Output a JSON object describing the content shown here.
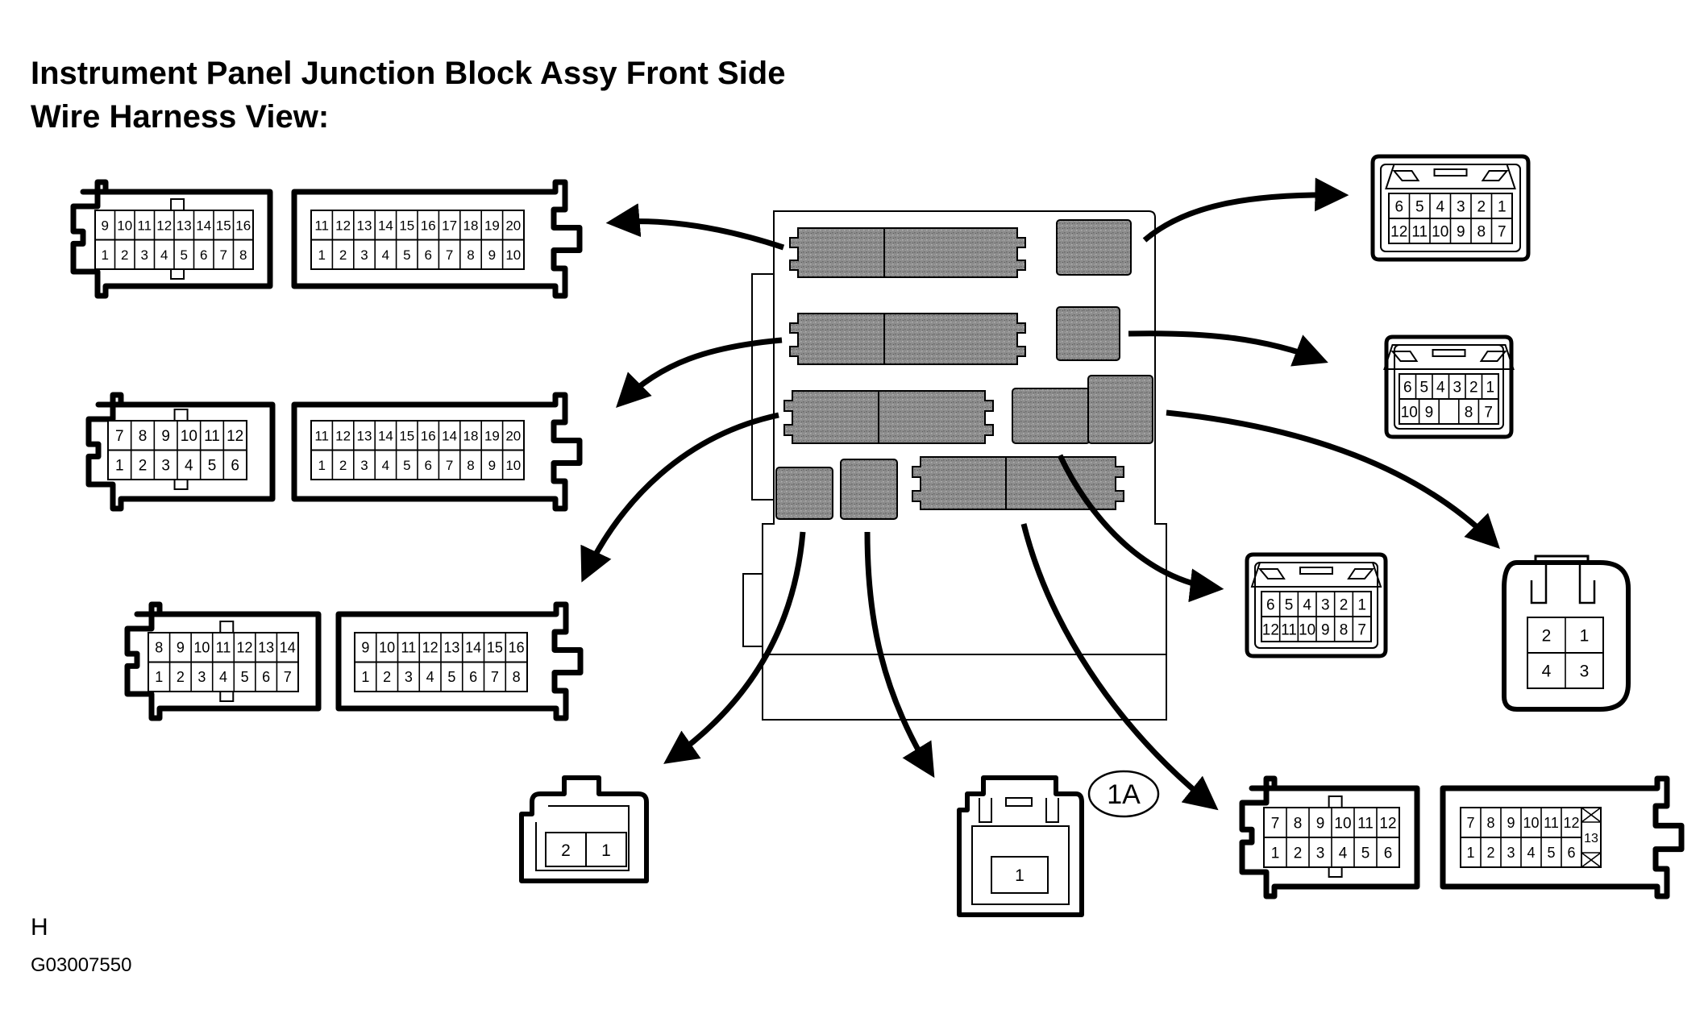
{
  "title_line1": "Instrument Panel Junction Block Assy Front Side",
  "title_line2": "Wire Harness View:",
  "corner_letter": "H",
  "figure_code": "G03007550",
  "callout": "1A",
  "connectors": [
    {
      "id": "c16",
      "top": [
        "9",
        "10",
        "11",
        "12",
        "13",
        "14",
        "15",
        "16"
      ],
      "bottom": [
        "1",
        "2",
        "3",
        "4",
        "5",
        "6",
        "7",
        "8"
      ]
    },
    {
      "id": "c20a",
      "top": [
        "11",
        "12",
        "13",
        "14",
        "15",
        "16",
        "17",
        "18",
        "19",
        "20"
      ],
      "bottom": [
        "1",
        "2",
        "3",
        "4",
        "5",
        "6",
        "7",
        "8",
        "9",
        "10"
      ]
    },
    {
      "id": "c12a",
      "top": [
        "7",
        "8",
        "9",
        "10",
        "11",
        "12"
      ],
      "bottom": [
        "1",
        "2",
        "3",
        "4",
        "5",
        "6"
      ]
    },
    {
      "id": "c20b",
      "top": [
        "11",
        "12",
        "13",
        "14",
        "15",
        "16",
        "14",
        "18",
        "19",
        "20"
      ],
      "bottom": [
        "1",
        "2",
        "3",
        "4",
        "5",
        "6",
        "7",
        "8",
        "9",
        "10"
      ]
    },
    {
      "id": "c14",
      "top": [
        "8",
        "9",
        "10",
        "11",
        "12",
        "13",
        "14"
      ],
      "bottom": [
        "1",
        "2",
        "3",
        "4",
        "5",
        "6",
        "7"
      ]
    },
    {
      "id": "c16b",
      "top": [
        "9",
        "10",
        "11",
        "12",
        "13",
        "14",
        "15",
        "16"
      ],
      "bottom": [
        "1",
        "2",
        "3",
        "4",
        "5",
        "6",
        "7",
        "8"
      ]
    },
    {
      "id": "r12a",
      "top": [
        "6",
        "5",
        "4",
        "3",
        "2",
        "1"
      ],
      "bottom": [
        "12",
        "11",
        "10",
        "9",
        "8",
        "7"
      ]
    },
    {
      "id": "r10",
      "top": [
        "6",
        "5",
        "4",
        "3",
        "2",
        "1"
      ],
      "bottom": [
        "10",
        "9",
        "",
        "8",
        "7"
      ]
    },
    {
      "id": "r12b",
      "top": [
        "6",
        "5",
        "4",
        "3",
        "2",
        "1"
      ],
      "bottom": [
        "12",
        "11",
        "10",
        "9",
        "8",
        "7"
      ]
    },
    {
      "id": "q4",
      "top": [
        "2",
        "1"
      ],
      "bottom": [
        "4",
        "3"
      ]
    },
    {
      "id": "p2",
      "cells": [
        "2",
        "1"
      ]
    },
    {
      "id": "p1",
      "cells": [
        "1"
      ]
    },
    {
      "id": "c12b",
      "top": [
        "7",
        "8",
        "9",
        "10",
        "11",
        "12"
      ],
      "bottom": [
        "1",
        "2",
        "3",
        "4",
        "5",
        "6"
      ]
    },
    {
      "id": "c13",
      "top": [
        "7",
        "8",
        "9",
        "10",
        "11",
        "12"
      ],
      "bottom": [
        "1",
        "2",
        "3",
        "4",
        "5",
        "6"
      ],
      "side": "13"
    }
  ]
}
